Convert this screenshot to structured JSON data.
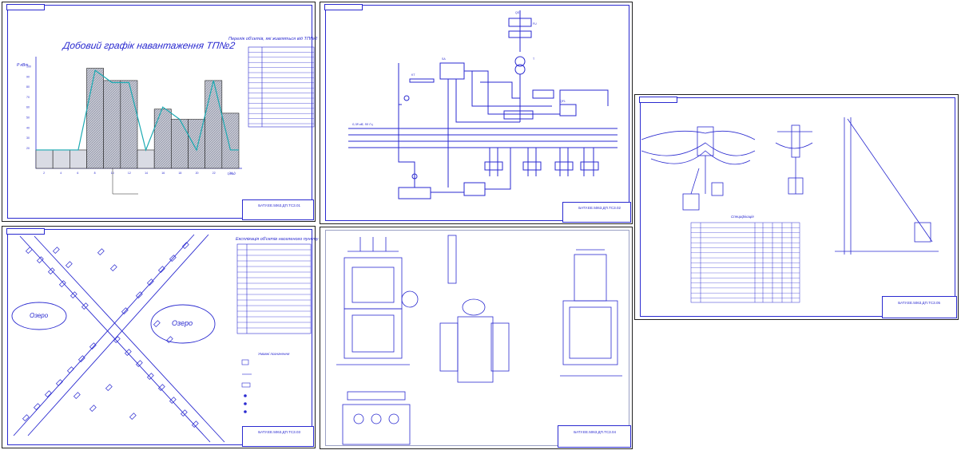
{
  "sheets": {
    "load_graph": {
      "title": "Добовий графік навантаження ТП№2",
      "legend_title": "Перелік об'єктів, які живляться від ТП№2",
      "y_axis_label": "P кВт",
      "x_axis_label": "t,год",
      "title_block_code": "БАТУ.ЕЕ.5063.ДП.ТСЗ.01"
    },
    "scheme": {
      "title_block_code": "БАТУ.ЕЕ.5063.ДП.ТСЗ.02",
      "bus_label": "0,38 кВ, 50 Гц"
    },
    "site_plan": {
      "legend_title": "Експлікація об'єктів населеного пункту",
      "lake_left": "Озеро",
      "lake_right": "Озеро",
      "legend_notes_title": "Умовні позначення",
      "title_block_code": "БАТУ.ЕЕ.5063.ДП.ТСЗ.03"
    },
    "substation": {
      "title_block_code": "БАТУ.ЕЕ.5063.ДП.ТСЗ.04"
    },
    "pole": {
      "title_block_code": "БАТУ.ЕЕ.5063.ДП.ТСЗ.05",
      "caption": "Специфікація"
    }
  },
  "chart_data": {
    "type": "bar",
    "categories": [
      "2",
      "4",
      "6",
      "8",
      "10",
      "12",
      "14",
      "16",
      "18",
      "20",
      "22",
      "24"
    ],
    "values": [
      18,
      18,
      18,
      98,
      86,
      86,
      18,
      58,
      48,
      48,
      86,
      54
    ],
    "title": "Добовий графік навантаження ТП№2",
    "xlabel": "t,год",
    "ylabel": "P кВт",
    "ylim": [
      0,
      100
    ],
    "yticks": [
      "20",
      "30",
      "40",
      "50",
      "60",
      "70",
      "80",
      "90",
      "100"
    ],
    "line_values": [
      18,
      18,
      18,
      96,
      84,
      84,
      18,
      60,
      48,
      18,
      86,
      18
    ],
    "colors": {
      "bar": "#9aa0b4",
      "line": "#1aa9b2",
      "axis": "#2a2ad0"
    }
  }
}
